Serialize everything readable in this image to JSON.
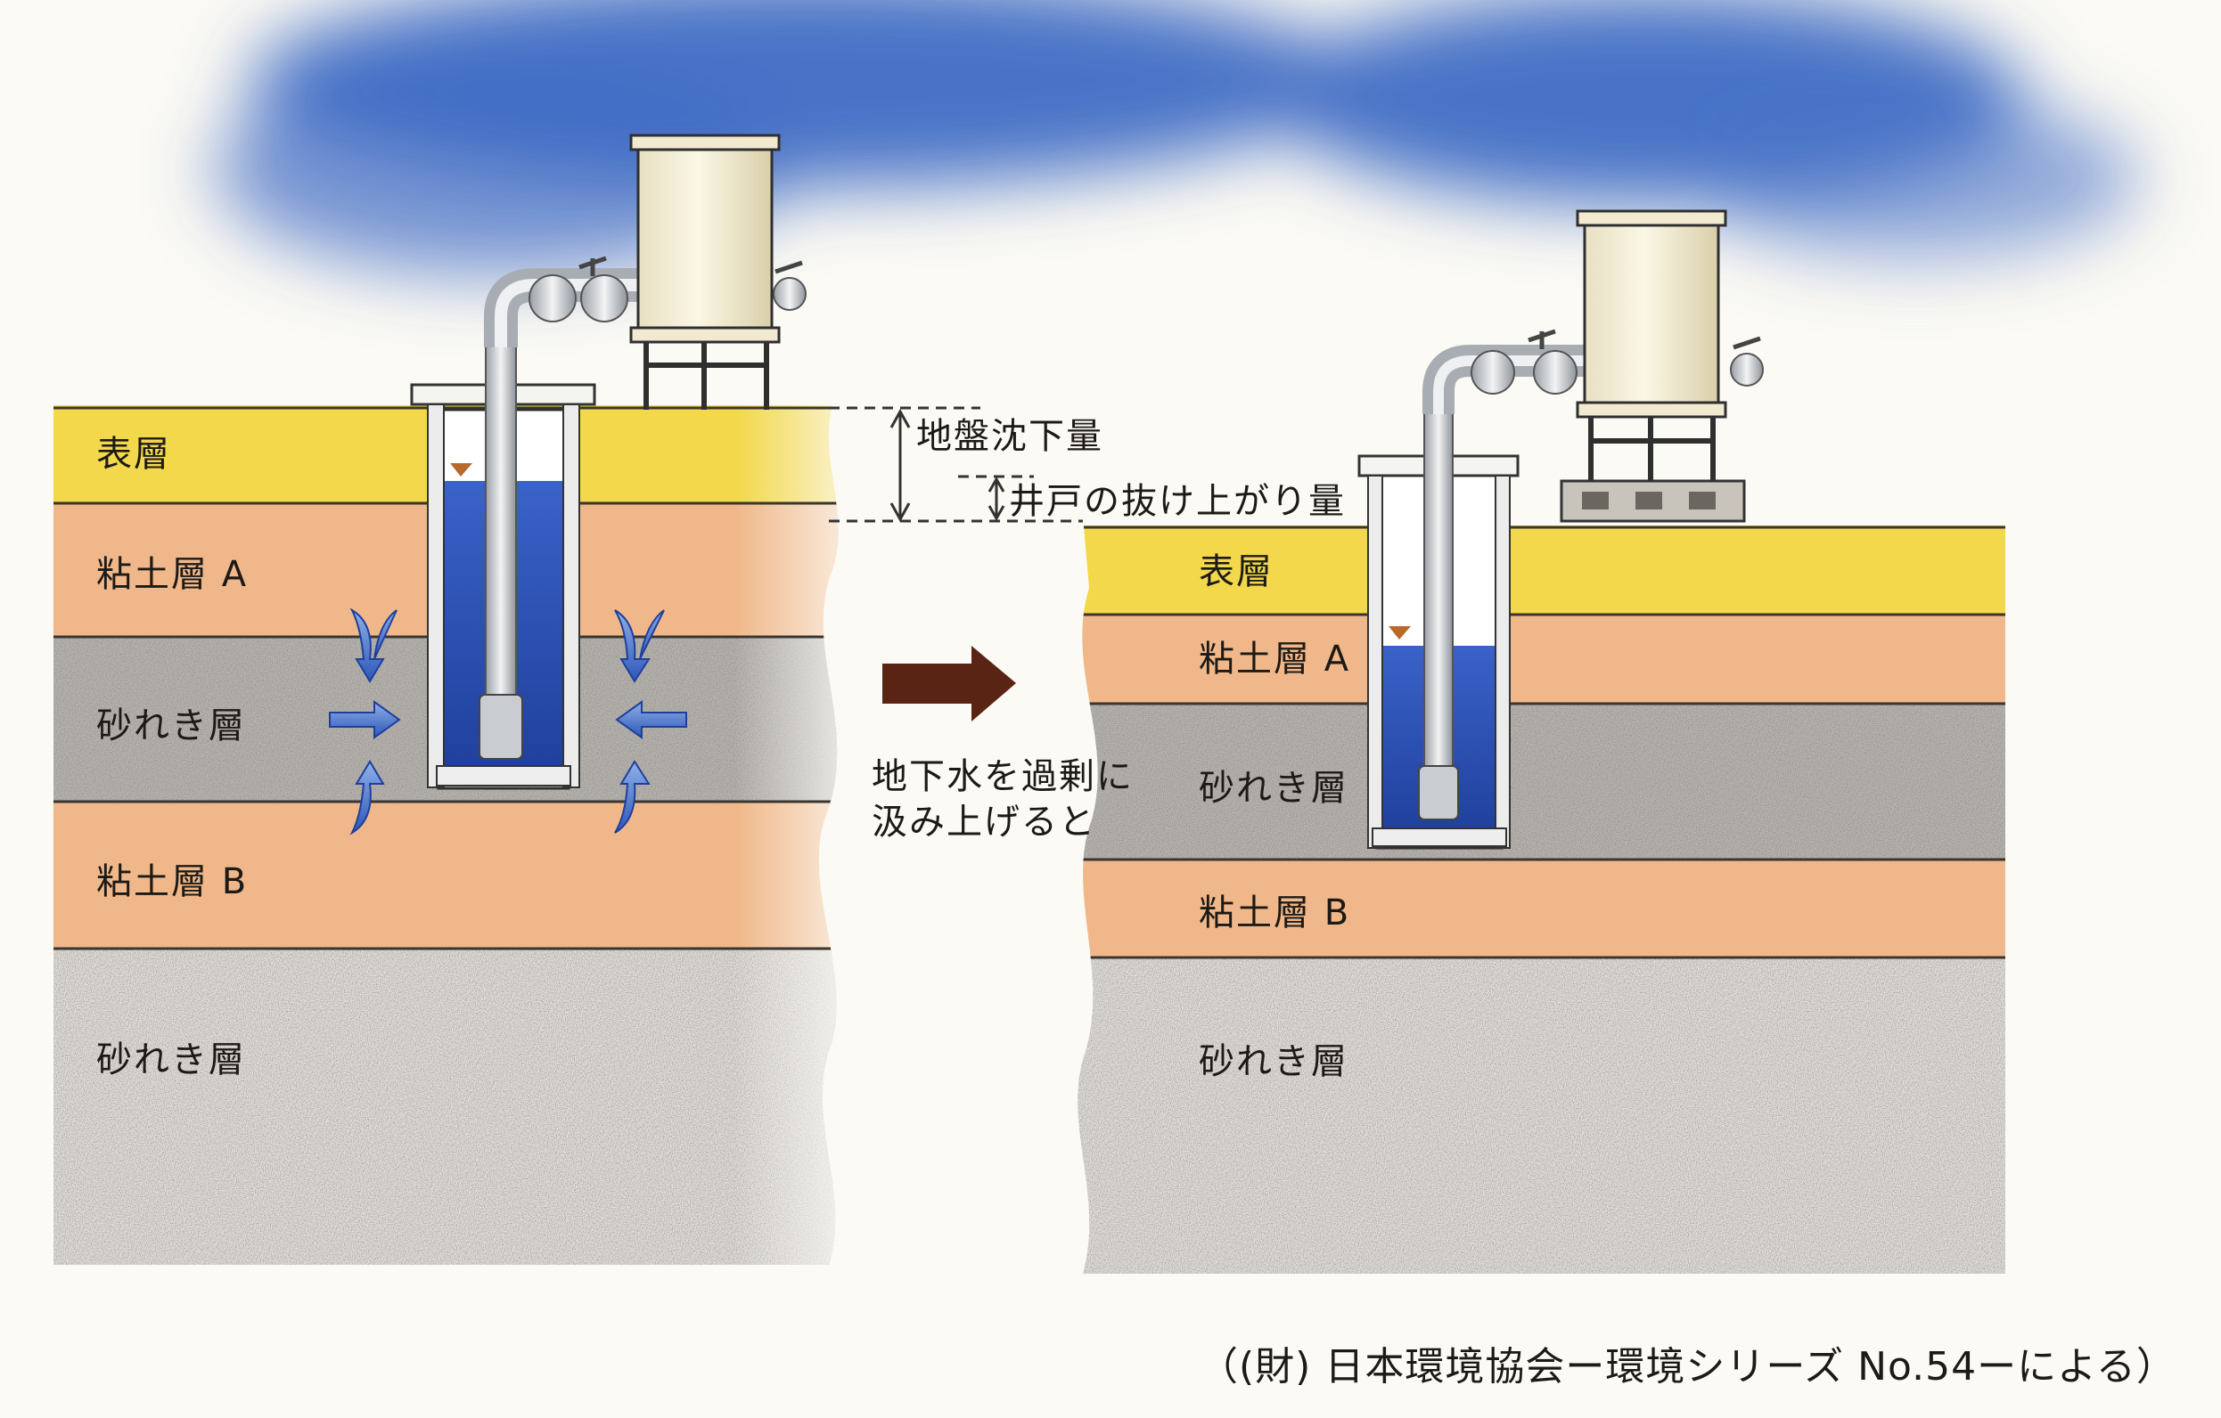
{
  "left_panel": {
    "layers": [
      {
        "label": "表層",
        "color": "#f2d84a"
      },
      {
        "label": "粘土層 A",
        "color": "#f0b88a"
      },
      {
        "label": "砂れき層",
        "color": "#b9b6b1"
      },
      {
        "label": "粘土層 B",
        "color": "#f0b88a"
      },
      {
        "label": "砂れき層",
        "color": "#d9d6d1"
      }
    ]
  },
  "right_panel": {
    "layers": [
      {
        "label": "表層",
        "color": "#f2d84a"
      },
      {
        "label": "粘土層 A",
        "color": "#f0b88a"
      },
      {
        "label": "砂れき層",
        "color": "#b9b6b1"
      },
      {
        "label": "粘土層 B",
        "color": "#f0b88a"
      },
      {
        "label": "砂れき層",
        "color": "#d9d6d1"
      }
    ]
  },
  "annotations": {
    "subsidence": "地盤沈下量",
    "well_rise": "井戸の抜け上がり量",
    "process_line1": "地下水を過剰に",
    "process_line2": "汲み上げると"
  },
  "colors": {
    "water": "#2a4fb0",
    "sky": "#3f6bc4",
    "arrow": "#5a2415",
    "tank": "#f3ecd3"
  },
  "source": "（(財) 日本環境協会ー環境シリーズ No.54ーによる）"
}
